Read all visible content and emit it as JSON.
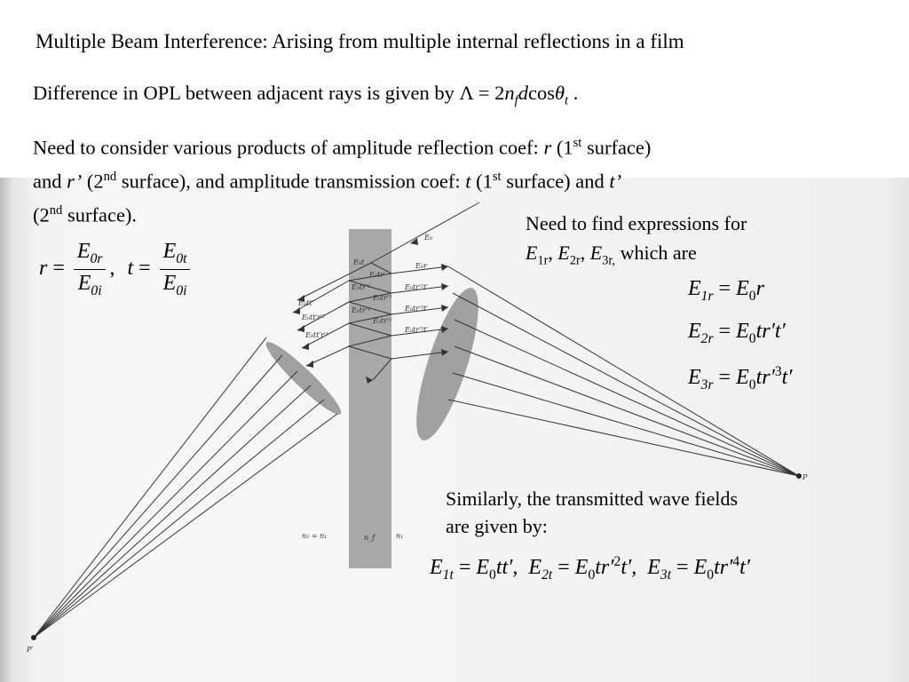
{
  "title": "Multiple Beam Interference: Arising from multiple internal reflections in a film",
  "opl": {
    "text": "Difference in OPL between adjacent rays is given by Λ = 2",
    "n": "n",
    "nsub": "f",
    "d": "d",
    "cos": "cos",
    "theta": "θ",
    "thetasub": "t",
    "end": " ."
  },
  "products": {
    "l1a": "Need to consider various products of amplitude reflection coef: ",
    "r": "r",
    "l1b": " (1",
    "st": "st",
    "l1c": " surface)",
    "l2a": "and ",
    "rp": "r’",
    "l2b": " (2",
    "nd": "nd",
    "l2c": " surface), and amplitude transmission coef: ",
    "t": "t",
    "l2d": " (1",
    "l2e": " surface) and ",
    "tp": "t’",
    "l3a": "(2",
    "l3b": " surface)."
  },
  "defs": {
    "r": "r",
    "t": "t",
    "eq": " = ",
    "comma": ",",
    "E0r_E": "E",
    "E0r_sub": "0r",
    "E0t_sub": "0t",
    "E0i_sub": "0i"
  },
  "find": {
    "line1": "Need to find expressions for",
    "E": "E",
    "s1": "1r",
    "s2": "2r",
    "s3": "3r,",
    "comma": ", ",
    "tail": " which are"
  },
  "reflected": {
    "E": "E",
    "e1_sub": "1r",
    "e1_rhs": "E",
    "e1_rhs_sub": "0",
    "e1_rest": "r",
    "e2_sub": "2r",
    "e2_rest": "tr′t′",
    "e3_sub": "3r",
    "e3_rest_a": "tr′",
    "e3_sup": "3",
    "e3_rest_b": "t′",
    "eq": " = "
  },
  "similar": {
    "line1": "Similarly, the transmitted wave fields",
    "line2": "are given by:"
  },
  "transmitted": {
    "E": "E",
    "s1": "1t",
    "s2": "2t",
    "s3": "3t",
    "zero": "0",
    "r1": "tt′,",
    "r2a": "tr′",
    "r2sup": "2",
    "r2b": "t′,",
    "r3a": "tr′",
    "r3sup": "4",
    "r3b": "t′",
    "eq": " = "
  },
  "figure": {
    "labels": {
      "E0": "E₀",
      "E0t": "E₀t",
      "E0r": "E₀r",
      "E0tr": "E₀tr′",
      "E0tt": "E₀tt′",
      "E0tr2": "E₀tr′²",
      "E0tr2t": "E₀tr′²t′",
      "E0tr3": "E₀tr′³",
      "E0tr3t": "E₀tr′³t′",
      "E0tr4": "E₀tr′⁴",
      "E0ttr2": "E₀tt′r′²",
      "E0tr5": "E₀tr′⁵",
      "E0tr5t": "E₀tr′⁵t′",
      "E0ttr4": "E₀tt′r′⁴",
      "P": "P",
      "Pp": "P′",
      "media": "n₂ = n₁",
      "nf": "n_f",
      "n1": "n₁"
    },
    "colors": {
      "film": "#a8a8a8",
      "lens": "#a0a0a0",
      "ray": "#333333"
    }
  }
}
